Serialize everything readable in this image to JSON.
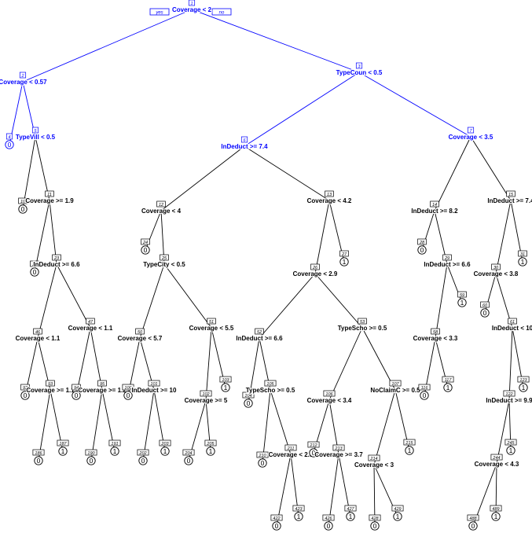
{
  "colors": {
    "highlight": "#0000ff",
    "normal": "#000000",
    "background": "#ffffff"
  },
  "branch_labels": {
    "yes": "yes",
    "no": "no"
  },
  "nodes": [
    {
      "id": "1",
      "kind": "split",
      "label": "Coverage < 2",
      "highlight": true
    },
    {
      "id": "2",
      "kind": "split",
      "label": "Coverage < 0.57",
      "highlight": true
    },
    {
      "id": "3",
      "kind": "split",
      "label": "TypeCoun < 0.5",
      "highlight": true
    },
    {
      "id": "4",
      "kind": "leaf",
      "label": "0",
      "highlight": true
    },
    {
      "id": "5",
      "kind": "split",
      "label": "TypeVill < 0.5",
      "highlight": true
    },
    {
      "id": "6",
      "kind": "split",
      "label": "InDeduct >= 7.4",
      "highlight": true
    },
    {
      "id": "7",
      "kind": "split",
      "label": "Coverage < 3.5",
      "highlight": true
    },
    {
      "id": "10",
      "kind": "leaf",
      "label": "0"
    },
    {
      "id": "11",
      "kind": "split",
      "label": "Coverage >= 1.9"
    },
    {
      "id": "12",
      "kind": "split",
      "label": "Coverage < 4"
    },
    {
      "id": "13",
      "kind": "split",
      "label": "Coverage < 4.2"
    },
    {
      "id": "14",
      "kind": "split",
      "label": "InDeduct >= 8.2"
    },
    {
      "id": "15",
      "kind": "split",
      "label": "InDeduct >= 7.4"
    },
    {
      "id": "22",
      "kind": "leaf",
      "label": "0"
    },
    {
      "id": "23",
      "kind": "split",
      "label": "InDeduct >= 6.6"
    },
    {
      "id": "24",
      "kind": "leaf",
      "label": "0"
    },
    {
      "id": "25",
      "kind": "split",
      "label": "TypeCity < 0.5"
    },
    {
      "id": "26",
      "kind": "split",
      "label": "Coverage < 2.9"
    },
    {
      "id": "27",
      "kind": "leaf",
      "label": "1"
    },
    {
      "id": "28",
      "kind": "leaf",
      "label": "0"
    },
    {
      "id": "29",
      "kind": "split",
      "label": "InDeduct >= 6.6"
    },
    {
      "id": "30",
      "kind": "split",
      "label": "Coverage < 3.8"
    },
    {
      "id": "31",
      "kind": "leaf",
      "label": "1"
    },
    {
      "id": "46",
      "kind": "split",
      "label": "Coverage < 1.1"
    },
    {
      "id": "47",
      "kind": "split",
      "label": "Coverage < 1.1"
    },
    {
      "id": "50",
      "kind": "split",
      "label": "Coverage < 5.7"
    },
    {
      "id": "51",
      "kind": "split",
      "label": "Coverage < 5.5"
    },
    {
      "id": "52",
      "kind": "split",
      "label": "InDeduct >= 6.6"
    },
    {
      "id": "53",
      "kind": "split",
      "label": "TypeScho >= 0.5"
    },
    {
      "id": "58",
      "kind": "split",
      "label": "Coverage < 3.3"
    },
    {
      "id": "59",
      "kind": "leaf",
      "label": "1"
    },
    {
      "id": "60",
      "kind": "leaf",
      "label": "0"
    },
    {
      "id": "61",
      "kind": "split",
      "label": "InDeduct < 10"
    },
    {
      "id": "92",
      "kind": "leaf",
      "label": "0"
    },
    {
      "id": "93",
      "kind": "split",
      "label": "Coverage >= 1.1"
    },
    {
      "id": "94",
      "kind": "leaf",
      "label": "0"
    },
    {
      "id": "95",
      "kind": "split",
      "label": "Coverage >= 1.2"
    },
    {
      "id": "100",
      "kind": "leaf",
      "label": "0"
    },
    {
      "id": "101",
      "kind": "split",
      "label": "InDeduct >= 10"
    },
    {
      "id": "102",
      "kind": "split",
      "label": "Coverage >= 5"
    },
    {
      "id": "103",
      "kind": "leaf",
      "label": "1"
    },
    {
      "id": "104",
      "kind": "leaf",
      "label": "0"
    },
    {
      "id": "105",
      "kind": "split",
      "label": "TypeScho >= 0.5"
    },
    {
      "id": "106",
      "kind": "split",
      "label": "Coverage < 3.4"
    },
    {
      "id": "107",
      "kind": "split",
      "label": "NoClaimC >= 0.5"
    },
    {
      "id": "116",
      "kind": "leaf",
      "label": "0"
    },
    {
      "id": "117",
      "kind": "leaf",
      "label": "1"
    },
    {
      "id": "122",
      "kind": "split",
      "label": "InDeduct >= 9.9"
    },
    {
      "id": "123",
      "kind": "leaf",
      "label": "1"
    },
    {
      "id": "186",
      "kind": "leaf",
      "label": "0"
    },
    {
      "id": "187",
      "kind": "leaf",
      "label": "1"
    },
    {
      "id": "190",
      "kind": "leaf",
      "label": "0"
    },
    {
      "id": "191",
      "kind": "leaf",
      "label": "1"
    },
    {
      "id": "202",
      "kind": "leaf",
      "label": "0"
    },
    {
      "id": "203",
      "kind": "leaf",
      "label": "1"
    },
    {
      "id": "204",
      "kind": "leaf",
      "label": "0"
    },
    {
      "id": "205",
      "kind": "leaf",
      "label": "1"
    },
    {
      "id": "210",
      "kind": "leaf",
      "label": "0"
    },
    {
      "id": "211",
      "kind": "split",
      "label": "Coverage < 2.5"
    },
    {
      "id": "212",
      "kind": "leaf",
      "label": "0"
    },
    {
      "id": "213",
      "kind": "split",
      "label": "Coverage >= 3.7"
    },
    {
      "id": "214",
      "kind": "split",
      "label": "Coverage < 3"
    },
    {
      "id": "215",
      "kind": "leaf",
      "label": "1"
    },
    {
      "id": "244",
      "kind": "split",
      "label": "Coverage < 4.3"
    },
    {
      "id": "245",
      "kind": "leaf",
      "label": "1"
    },
    {
      "id": "422",
      "kind": "leaf",
      "label": "0"
    },
    {
      "id": "423",
      "kind": "leaf",
      "label": "1"
    },
    {
      "id": "426",
      "kind": "leaf",
      "label": "0"
    },
    {
      "id": "427",
      "kind": "leaf",
      "label": "1"
    },
    {
      "id": "428",
      "kind": "leaf",
      "label": "0"
    },
    {
      "id": "429",
      "kind": "leaf",
      "label": "1"
    },
    {
      "id": "488",
      "kind": "leaf",
      "label": "0"
    },
    {
      "id": "489",
      "kind": "leaf",
      "label": "1"
    }
  ],
  "edges": [
    [
      "1",
      "2",
      true
    ],
    [
      "1",
      "3",
      true
    ],
    [
      "2",
      "4",
      true
    ],
    [
      "2",
      "5",
      true
    ],
    [
      "3",
      "6",
      true
    ],
    [
      "3",
      "7",
      true
    ],
    [
      "5",
      "10"
    ],
    [
      "5",
      "11"
    ],
    [
      "6",
      "12"
    ],
    [
      "6",
      "13"
    ],
    [
      "7",
      "14"
    ],
    [
      "7",
      "15"
    ],
    [
      "11",
      "22"
    ],
    [
      "11",
      "23"
    ],
    [
      "12",
      "24"
    ],
    [
      "12",
      "25"
    ],
    [
      "13",
      "26"
    ],
    [
      "13",
      "27"
    ],
    [
      "14",
      "28"
    ],
    [
      "14",
      "29"
    ],
    [
      "15",
      "30"
    ],
    [
      "15",
      "31"
    ],
    [
      "23",
      "46"
    ],
    [
      "23",
      "47"
    ],
    [
      "25",
      "50"
    ],
    [
      "25",
      "51"
    ],
    [
      "26",
      "52"
    ],
    [
      "26",
      "53"
    ],
    [
      "29",
      "58"
    ],
    [
      "29",
      "59"
    ],
    [
      "30",
      "60"
    ],
    [
      "30",
      "61"
    ],
    [
      "46",
      "92"
    ],
    [
      "46",
      "93"
    ],
    [
      "47",
      "94"
    ],
    [
      "47",
      "95"
    ],
    [
      "50",
      "100"
    ],
    [
      "50",
      "101"
    ],
    [
      "51",
      "102"
    ],
    [
      "51",
      "103"
    ],
    [
      "52",
      "104"
    ],
    [
      "52",
      "105"
    ],
    [
      "53",
      "106"
    ],
    [
      "53",
      "107"
    ],
    [
      "58",
      "116"
    ],
    [
      "58",
      "117"
    ],
    [
      "61",
      "122"
    ],
    [
      "61",
      "123"
    ],
    [
      "93",
      "186"
    ],
    [
      "93",
      "187"
    ],
    [
      "95",
      "190"
    ],
    [
      "95",
      "191"
    ],
    [
      "101",
      "202"
    ],
    [
      "101",
      "203"
    ],
    [
      "102",
      "204"
    ],
    [
      "102",
      "205"
    ],
    [
      "105",
      "210"
    ],
    [
      "105",
      "211"
    ],
    [
      "106",
      "212"
    ],
    [
      "106",
      "213"
    ],
    [
      "107",
      "214"
    ],
    [
      "107",
      "215"
    ],
    [
      "122",
      "244"
    ],
    [
      "122",
      "245"
    ],
    [
      "211",
      "422"
    ],
    [
      "211",
      "423"
    ],
    [
      "213",
      "426"
    ],
    [
      "213",
      "427"
    ],
    [
      "214",
      "428"
    ],
    [
      "214",
      "429"
    ],
    [
      "244",
      "488"
    ],
    [
      "244",
      "489"
    ]
  ]
}
